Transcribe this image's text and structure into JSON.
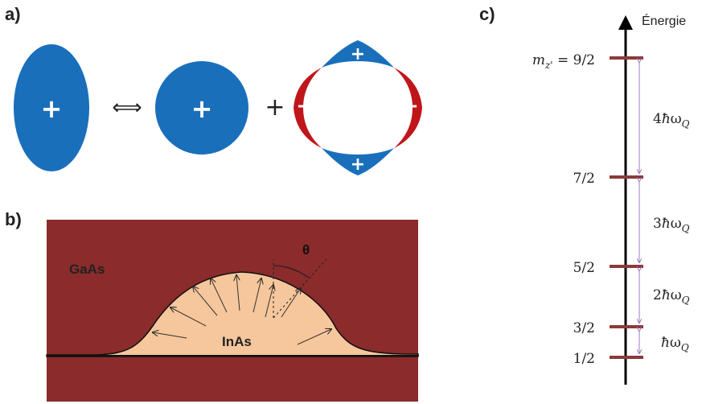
{
  "panel_a": {
    "label": "a)",
    "plus_sign": "+",
    "minus_sign": "-",
    "equivalence_symbol": "⟺",
    "sum_symbol": "+",
    "colors": {
      "blue": "#1a6fbb",
      "red": "#c0161b"
    }
  },
  "panel_b": {
    "label": "b)",
    "outer_material": "GaAs",
    "inner_material": "InAs",
    "angle_symbol": "θ",
    "colors": {
      "outer": "#8b2b2b",
      "inner": "#f6c79c"
    }
  },
  "panel_c": {
    "label": "c)",
    "axis_label": "Énergie",
    "levels": [
      {
        "label": "m_{z'} = 9/2",
        "main": "m",
        "sub": "z'",
        "rest": " = 9/2"
      },
      {
        "label": "7/2"
      },
      {
        "label": "5/2"
      },
      {
        "label": "3/2"
      },
      {
        "label": "1/2"
      }
    ],
    "gaps": [
      {
        "coef": "4",
        "label": "4ħω_Q"
      },
      {
        "coef": "3",
        "label": "3ħω_Q"
      },
      {
        "coef": "2",
        "label": "2ħω_Q"
      },
      {
        "coef": "",
        "label": "ħω_Q"
      }
    ],
    "hbar_symbol": "ħ",
    "omega_symbol": "ω",
    "omega_subscript": "Q",
    "colors": {
      "level": "#8b3a3a",
      "gap_arrow": "#9b7bbf"
    }
  }
}
